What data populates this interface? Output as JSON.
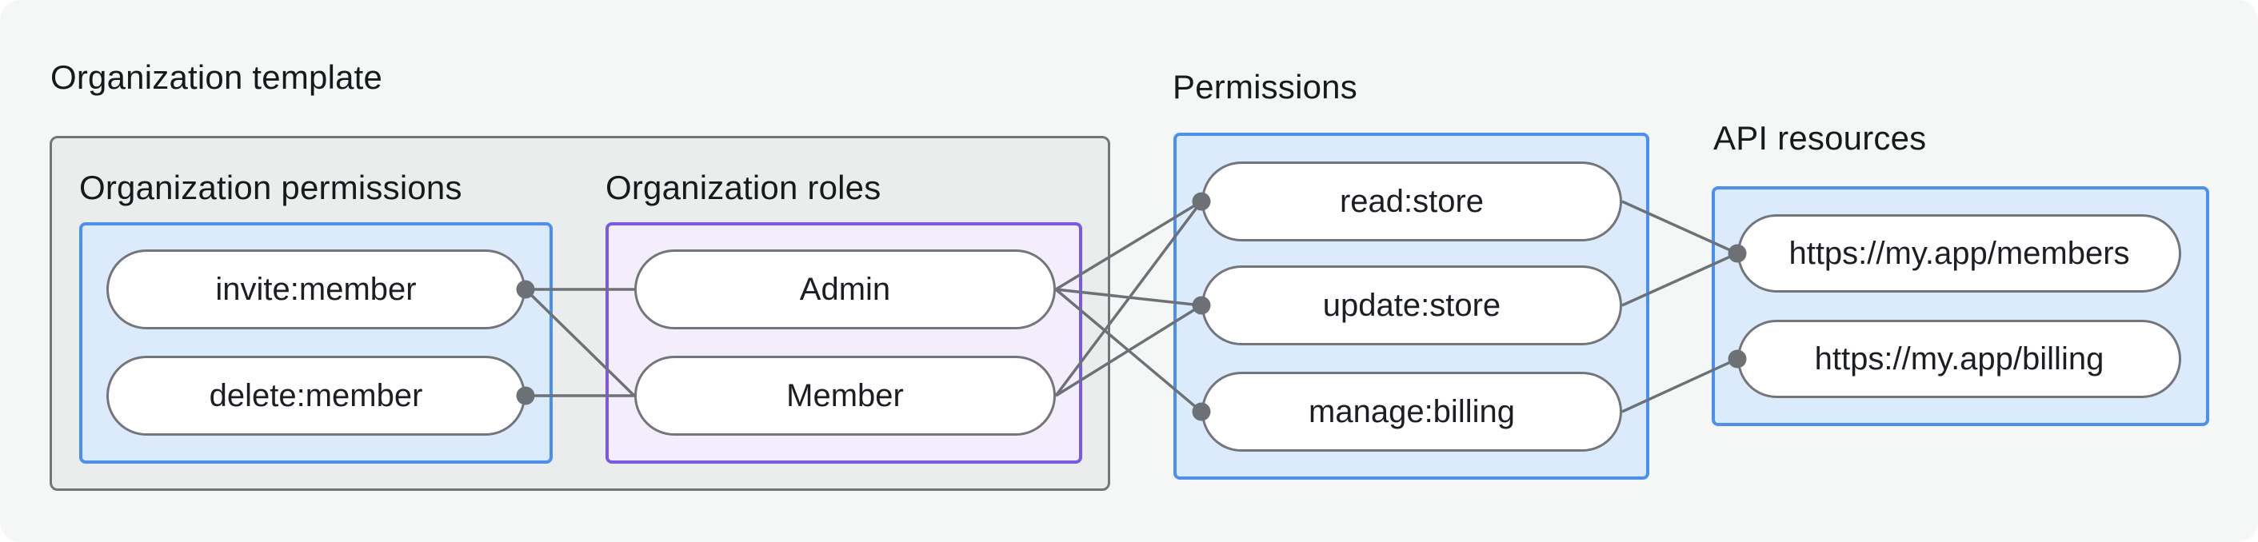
{
  "diagram": {
    "org_template": {
      "title": "Organization template",
      "org_permissions": {
        "title": "Organization permissions",
        "items": [
          {
            "label": "invite:member"
          },
          {
            "label": "delete:member"
          }
        ]
      },
      "org_roles": {
        "title": "Organization roles",
        "items": [
          {
            "label": "Admin"
          },
          {
            "label": "Member"
          }
        ]
      }
    },
    "permissions": {
      "title": "Permissions",
      "items": [
        {
          "label": "read:store"
        },
        {
          "label": "update:store"
        },
        {
          "label": "manage:billing"
        }
      ]
    },
    "api_resources": {
      "title": "API resources",
      "items": [
        {
          "label": "https://my.app/members"
        },
        {
          "label": "https://my.app/billing"
        }
      ]
    },
    "connections": [
      {
        "from": "invite:member",
        "to": "Admin"
      },
      {
        "from": "invite:member",
        "to": "Member"
      },
      {
        "from": "delete:member",
        "to": "Member"
      },
      {
        "from": "Admin",
        "to": "read:store"
      },
      {
        "from": "Admin",
        "to": "update:store"
      },
      {
        "from": "Admin",
        "to": "manage:billing"
      },
      {
        "from": "Member",
        "to": "read:store"
      },
      {
        "from": "Member",
        "to": "update:store"
      },
      {
        "from": "read:store",
        "to": "https://my.app/members"
      },
      {
        "from": "update:store",
        "to": "https://my.app/members"
      },
      {
        "from": "manage:billing",
        "to": "https://my.app/billing"
      }
    ]
  },
  "colors": {
    "page_bg": "#f5f7f6",
    "panel_bg": "#ebedec",
    "panel_border": "#72767b",
    "blue_border": "#4a90f4",
    "blue_fill": "#dcebfb",
    "purple_border": "#7a58f0",
    "purple_fill": "#f3edfc",
    "node_fill": "#ffffff",
    "node_border": "#72767b",
    "edge": "#6d7176",
    "text": "#171a1d"
  }
}
